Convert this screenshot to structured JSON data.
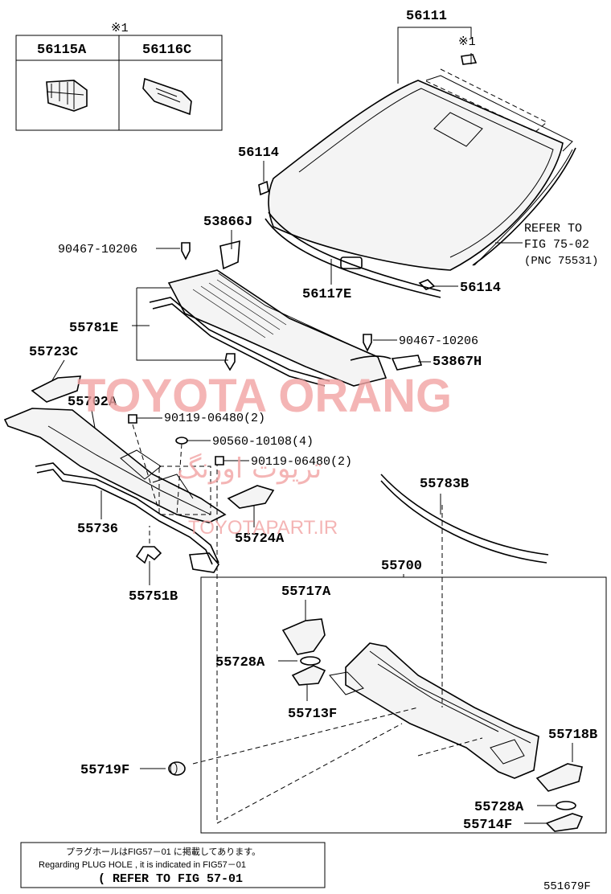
{
  "watermark": {
    "brand": "TOYOTA ORANG",
    "brand_fa": "تریوت اورنگ",
    "site": "TOYOTAPART.IR"
  },
  "inset": {
    "mark": "※1",
    "cols": [
      "56115A",
      "56116C"
    ]
  },
  "callout_mark": "※1",
  "parts": {
    "p56111": "56111",
    "p56114_top": "56114",
    "p56114_bottom": "56114",
    "p53866J": "53866J",
    "p90467_left": "90467-10206",
    "p56117E": "56117E",
    "p55781E": "55781E",
    "p90467_right": "90467-10206",
    "p53867H": "53867H",
    "p55723C": "55723C",
    "p55702A": "55702A",
    "p90119_a": "90119-06480(2)",
    "p90560": "90560-10108(4)",
    "p90119_b": "90119-06480(2)",
    "p55783B": "55783B",
    "p55736": "55736",
    "p55724A": "55724A",
    "p55700": "55700",
    "p55751B": "55751B",
    "p55717A": "55717A",
    "p55728A_left": "55728A",
    "p55713F": "55713F",
    "p55718B": "55718B",
    "p55719F": "55719F",
    "p55728A_right": "55728A",
    "p55714F": "55714F"
  },
  "refer_windshield": {
    "line1": "REFER TO",
    "line2": "FIG 75-02",
    "line3": "(PNC 75531)"
  },
  "note": {
    "jp": "プラグホールはFIG57－01 に掲載してあります。",
    "en": "Regarding PLUG HOLE , it is indicated in FIG57－01",
    "refer": "( REFER TO FIG 57-01"
  },
  "figure_id": "551679F"
}
